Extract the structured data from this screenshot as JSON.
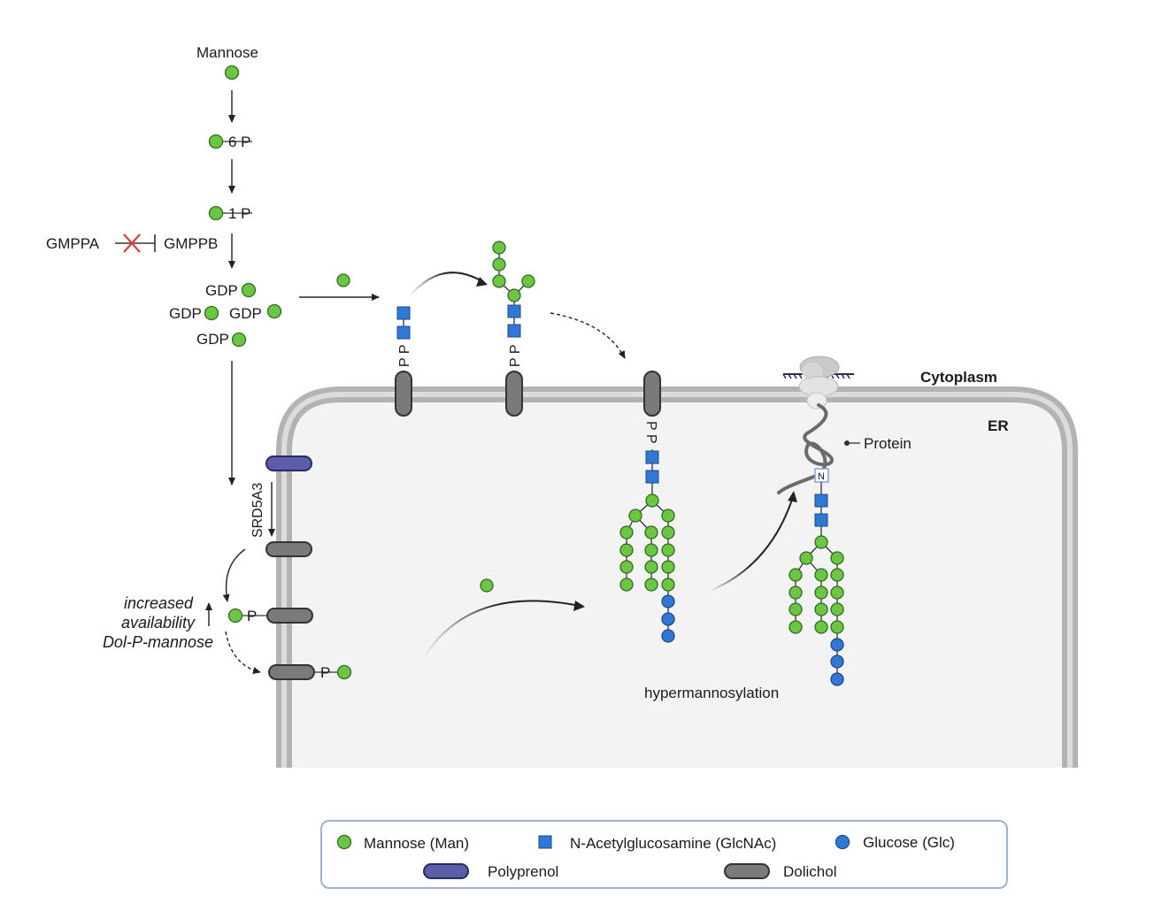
{
  "pathway": {
    "mannose": "Mannose",
    "p6": "6 P",
    "p1": "1 P",
    "gmppa": "GMPPA",
    "gmppb": "GMPPB",
    "gdp": "GDP",
    "srd5a3": "SRD5A3",
    "p": "P",
    "pp": "P P"
  },
  "compartments": {
    "cytoplasm": "Cytoplasm",
    "er": "ER"
  },
  "annotations": {
    "protein": "Protein",
    "n": "N",
    "hypermannosylation": "hypermannosylation",
    "increased_1": "increased",
    "increased_2": "availability",
    "increased_3": "Dol-P-mannose"
  },
  "legend": {
    "mannose": "Mannose (Man)",
    "glcnac": "N-Acetylglucosamine (GlcNAc)",
    "glucose": "Glucose (Glc)",
    "polyprenol": "Polyprenol",
    "dolichol": "Dolichol"
  },
  "colors": {
    "mannose": "#6cc644",
    "glcnac": "#2f78d6",
    "glucose": "#2f78d6",
    "polyprenol": "#5a5ea8",
    "dolichol": "#7a7a7a",
    "inhibition": "#d9443a"
  }
}
